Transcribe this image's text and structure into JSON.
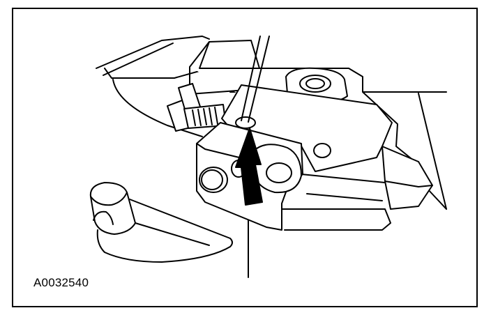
{
  "figure": {
    "id_label": "A0032540",
    "colors": {
      "line": "#000000",
      "fill": "#ffffff",
      "arrow": "#000000"
    },
    "subject_icons": [
      "component-bracket",
      "adjustment-screw",
      "probe-tool",
      "direction-arrow"
    ]
  }
}
